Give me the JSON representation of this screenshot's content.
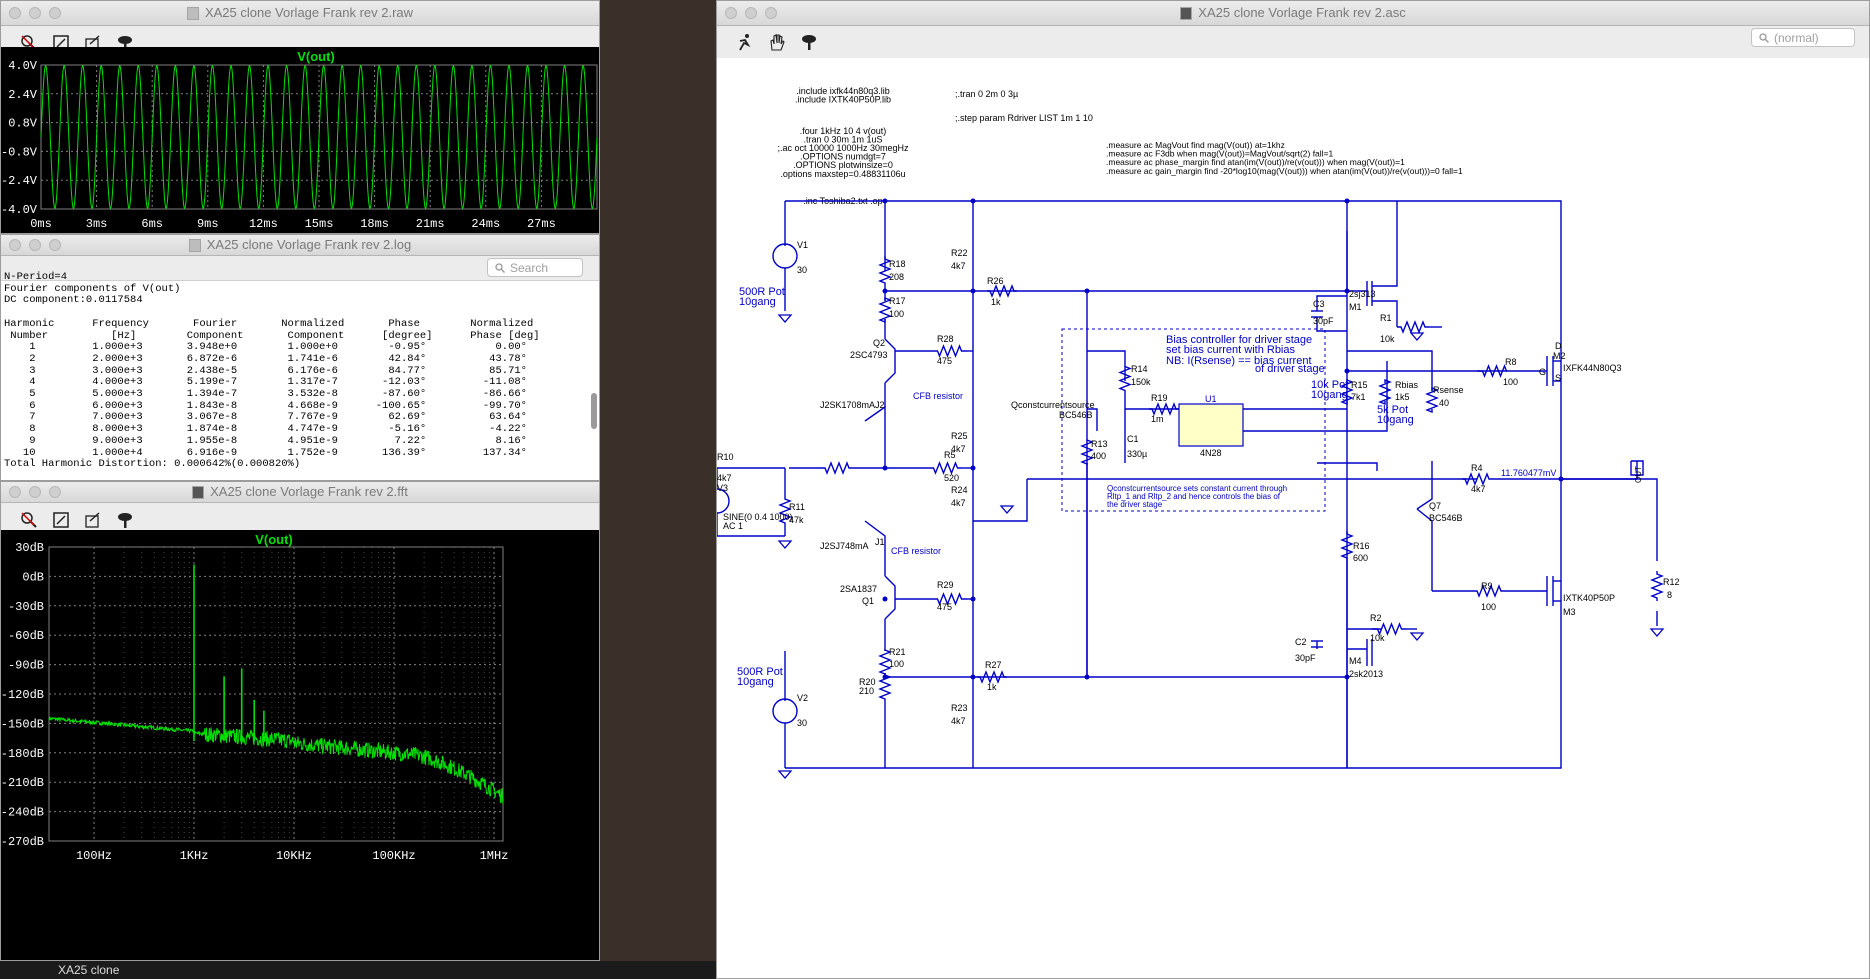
{
  "raw": {
    "title": "XA25 clone Vorlage Frank rev 2.raw",
    "plot_title": "V(out)",
    "y_ticks": [
      "4.0V",
      "2.4V",
      "0.8V",
      "-0.8V",
      "-2.4V",
      "-4.0V"
    ],
    "x_ticks": [
      "0ms",
      "3ms",
      "6ms",
      "9ms",
      "12ms",
      "15ms",
      "18ms",
      "21ms",
      "24ms",
      "27ms"
    ]
  },
  "log": {
    "title": "XA25 clone Vorlage Frank rev 2.log",
    "search_placeholder": "Search",
    "lines": [
      "N-Period=4",
      "Fourier components of V(out)",
      "DC component:0.0117584",
      "",
      "Harmonic      Frequency       Fourier       Normalized       Phase        Normalized",
      " Number          [Hz]        Component       Component      [degree]      Phase [deg]",
      "    1         1.000e+3       3.948e+0        1.000e+0        -0.95°           0.00°",
      "    2         2.000e+3       6.872e-6        1.741e-6        42.84°          43.78°",
      "    3         3.000e+3       2.438e-5        6.176e-6        84.77°          85.71°",
      "    4         4.000e+3       5.199e-7        1.317e-7       -12.03°         -11.08°",
      "    5         5.000e+3       1.394e-7        3.532e-8       -87.60°         -86.66°",
      "    6         6.000e+3       1.843e-8        4.668e-9      -100.65°         -99.70°",
      "    7         7.000e+3       3.067e-8        7.767e-9        62.69°          63.64°",
      "    8         8.000e+3       1.874e-8        4.747e-9        -5.16°          -4.22°",
      "    9         9.000e+3       1.955e-8        4.951e-9         7.22°           8.16°",
      "   10         1.000e+4       6.916e-9        1.752e-9       136.39°         137.34°",
      "Total Harmonic Distortion: 0.000642%(0.000820%)"
    ]
  },
  "fft": {
    "title": "XA25 clone Vorlage Frank rev 2.fft",
    "plot_title": "V(out)",
    "y_ticks": [
      "30dB",
      "0dB",
      "-30dB",
      "-60dB",
      "-90dB",
      "-120dB",
      "-150dB",
      "-180dB",
      "-210dB",
      "-240dB",
      "-270dB"
    ],
    "x_ticks": [
      "100Hz",
      "1KHz",
      "10KHz",
      "100KHz",
      "1MHz"
    ]
  },
  "asc": {
    "title": "XA25 clone Vorlage Frank rev 2.asc",
    "search_placeholder": "(normal)",
    "directives_left": [
      ".include ixfk44n80q3.lib",
      ".include IXTK40P50P.lib",
      "",
      ".four 1kHz 10 4 v(out)",
      ".tran 0 30m 1m 1uS",
      ";.ac oct 10000 1000Hz 30megHz",
      ".OPTIONS numdgt=7",
      ".OPTIONS plotwinsize=0",
      ".options maxstep=0.48831106u",
      "",
      ".inc Toshiba2.txt     .op"
    ],
    "directives_mid": [
      ";.tran 0 2m 0 3µ",
      "",
      ";.step param Rdriver LIST 1m 1 10"
    ],
    "directives_right": [
      ".measure ac MagVout find mag(V(out)) at=1khz",
      ".measure ac F3db when mag(V(out))=MagVout/sqrt(2) fall=1",
      ".measure ac phase_margin find atan(im(V(out))/re(v(out))) when mag(V(out))=1",
      ".measure ac gain_margin find -20*log10(mag(V(out))) when atan(im(V(out))/re(v(out)))=0 fall=1"
    ],
    "labels": {
      "v1": "V1",
      "v1val": "30",
      "v2": "V2",
      "v2val": "30",
      "r18": "R18",
      "r18v": "208",
      "r17": "R17",
      "r17v": "100",
      "pot1": "500R Pot",
      "pot1b": "10gang",
      "r22": "R22",
      "r22v": "4k7",
      "r26": "R26",
      "r26v": "1k",
      "q2": "Q2",
      "q2t": "2SC4793",
      "r28": "R28",
      "r28v": "475",
      "cfb1": "CFB resistor",
      "j2": "J2",
      "j2t": "J2SK1708mA",
      "r10": "R10",
      "r10v": "4k7",
      "r5": "R5",
      "r5v": "520",
      "r25": "R25",
      "r25v": "4k7",
      "r24": "R24",
      "r24v": "4k7",
      "v3": "V3",
      "v3t": "SINE(0 0.4 1000)",
      "v3ac": "AC 1",
      "r11": "R11",
      "r11v": "47k",
      "j1": "J1",
      "j1t": "J2SJ748mA",
      "cfb2": "CFB resistor",
      "q1t": "2SA1837",
      "q1": "Q1",
      "r29": "R29",
      "r29v": "475",
      "r21": "R21",
      "r21v": "100",
      "pot2": "500R Pot",
      "pot2b": "10gang",
      "r20": "R20",
      "r20v": "210",
      "r27": "R27",
      "r27v": "1k",
      "r23": "R23",
      "r23v": "4k7",
      "c3": "C3",
      "c3v": "30pF",
      "m1t": "2sj313",
      "m1": "M1",
      "r1": "R1",
      "r1v": "10k",
      "bias1": "Bias controller for driver stage",
      "bias2": "set bias current with Rbias",
      "bias3": "NB: I(Rsense) == bias current",
      "bias4": "of driver stage",
      "qcs": "Qconstcurrentsource",
      "qcst": "BC546B",
      "r14": "R14",
      "r14v": "150k",
      "r19": "R19",
      "r19v": "1m",
      "u1": "U1",
      "u1t": "4N28",
      "r13": "R13",
      "r13v": "400",
      "c1": "C1",
      "c1v": "330µ",
      "pot3": "10k Pot",
      "pot3b": "10gang",
      "r15": "R15",
      "r15v": "7k1",
      "rbias": "Rbias",
      "rbiasv": "1k5",
      "pot4": "5k Pot",
      "pot4b": "10gang",
      "rsense": "Rsense",
      "rsensev": "40",
      "r8": "R8",
      "r8v": "100",
      "m2d": "D",
      "m2": "M2",
      "m2g": "G",
      "m2t": "IXFK44N80Q3",
      "m2s": "S",
      "note1": "Qconstcurrentsource sets constant current  through",
      "note2": "Rltp_1 and Rltp_2 and hence controls the bias of",
      "note3": "the driver stage",
      "r4": "R4",
      "r4v": "4k7",
      "vout": "11.760477mV",
      "out": "OUT",
      "q7": "Q7",
      "q7t": "BC546B",
      "r16": "R16",
      "r16v": "600",
      "r9": "R9",
      "r9v": "100",
      "m3t": "IXTK40P50P",
      "m3": "M3",
      "r12": "R12",
      "r12v": "8",
      "c2": "C2",
      "c2v": "30pF",
      "r2": "R2",
      "r2v": "10k",
      "m4": "M4",
      "m4t": "2sk2013"
    }
  },
  "taskbar": {
    "label": "XA25 clone"
  },
  "colors": {
    "wire": "#0000c8",
    "trace": "#00e000",
    "grid": "#808080",
    "canvas": "#ffffff"
  }
}
